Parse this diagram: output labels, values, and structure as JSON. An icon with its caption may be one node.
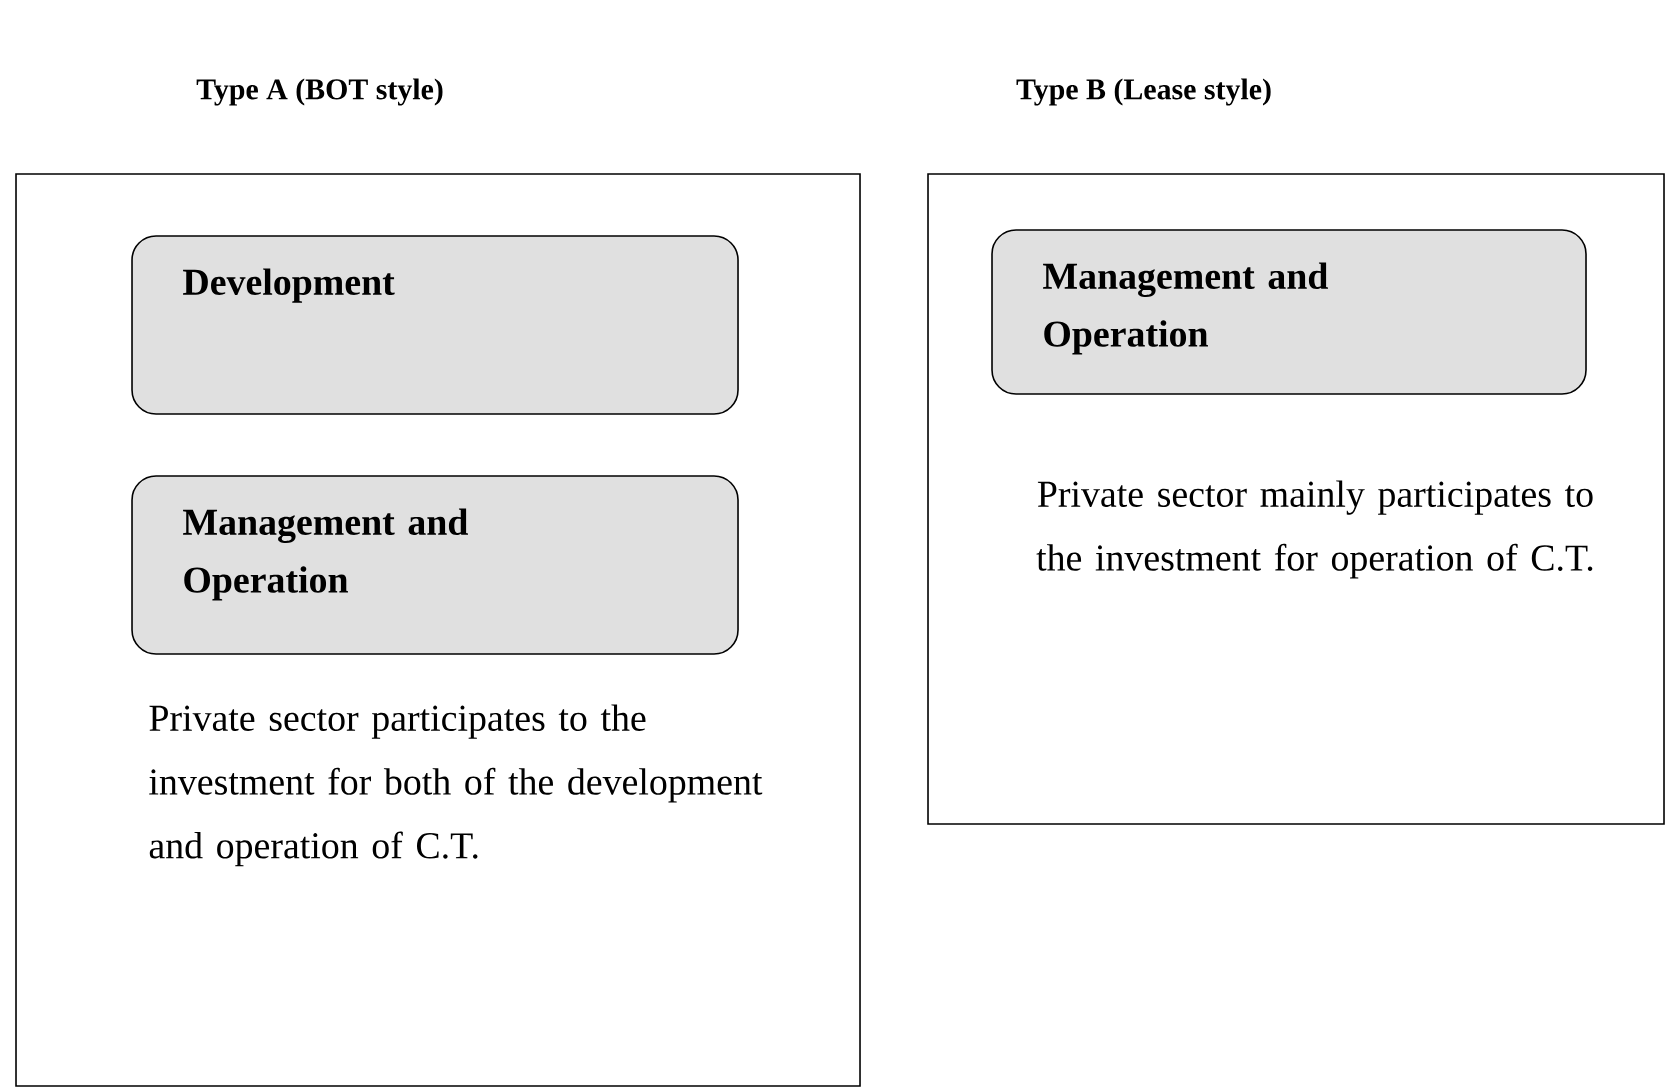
{
  "diagram": {
    "nodes": [
      {
        "text": [
          "Type A (BOT style)",
          "Private sector participates to the investment for both of the development and operation of C.T."
        ]
      },
      {
        "text": [
          "Development"
        ],
        "in": 0
      },
      {
        "text": [
          "Management and Operation"
        ],
        "in": 0
      },
      {
        "text": [
          "Type B (Lease style)",
          "Private sector mainly participates to the investment for operation of C.T."
        ]
      },
      {
        "text": [
          "Management and Operation"
        ],
        "in": 3
      }
    ]
  }
}
